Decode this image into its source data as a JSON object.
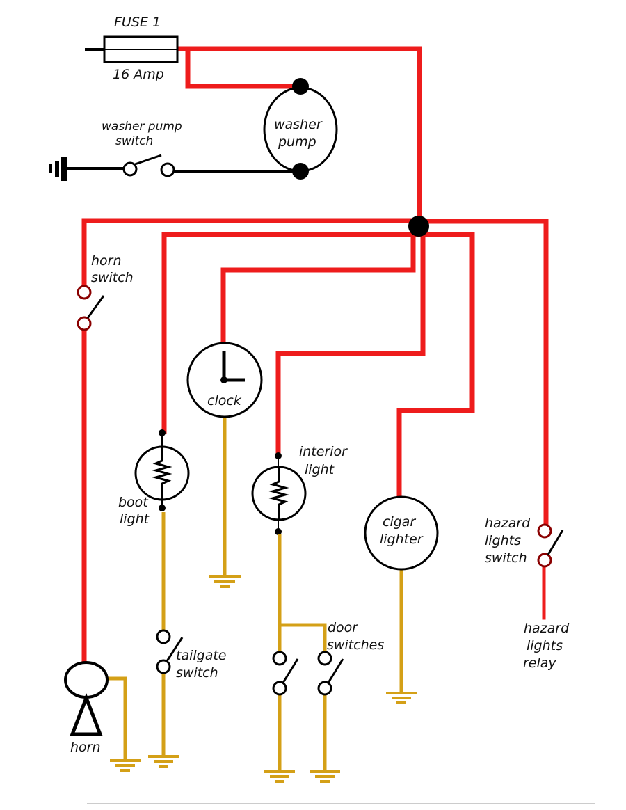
{
  "labels": {
    "fuse_name": "FUSE 1",
    "fuse_rating": "16 Amp",
    "washer_switch_1": "washer pump",
    "washer_switch_2": "switch",
    "washer_pump_1": "washer",
    "washer_pump_2": "pump",
    "horn_switch_1": "horn",
    "horn_switch_2": "switch",
    "clock": "clock",
    "interior_light_1": "interior",
    "interior_light_2": "light",
    "boot_light_1": "boot",
    "boot_light_2": "light",
    "cigar_lighter_1": "cigar",
    "cigar_lighter_2": "lighter",
    "hazard_switch_1": "hazard",
    "hazard_switch_2": "lights",
    "hazard_switch_3": "switch",
    "hazard_relay_1": "hazard",
    "hazard_relay_2": "lights",
    "hazard_relay_3": "relay",
    "door_switches_1": "door",
    "door_switches_2": "switches",
    "tailgate_switch_1": "tailgate",
    "tailgate_switch_2": "switch",
    "horn": "horn"
  },
  "colors": {
    "supply_wire": "#ee1c1c",
    "earth_wire": "#d4a017",
    "switched_earth_wire": "#000000"
  }
}
